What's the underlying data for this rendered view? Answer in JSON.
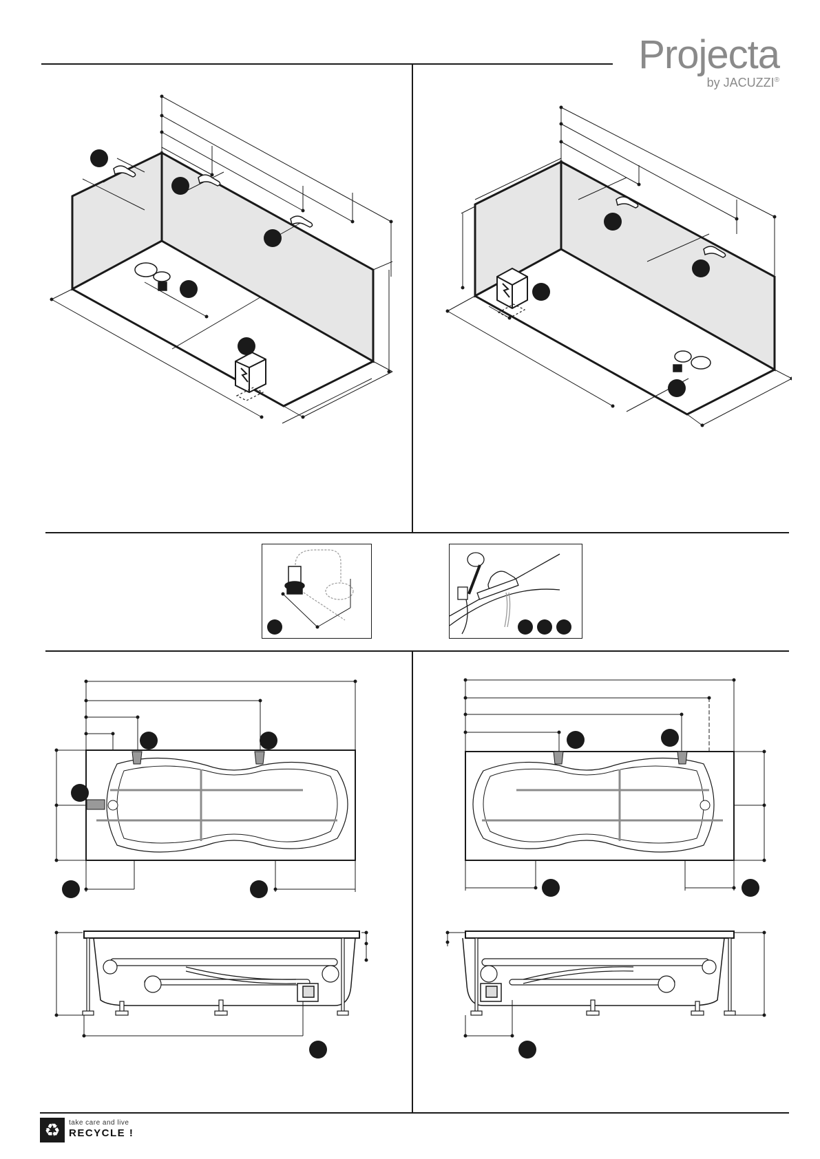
{
  "brand": {
    "name": "Projecta",
    "byline_prefix": "by",
    "byline_brand": "JACUZZI",
    "registered_mark": "®"
  },
  "footer": {
    "tagline_small": "take care and live",
    "tagline_big": "RECYCLE !",
    "recycle_symbol": "♻"
  },
  "colors": {
    "ink": "#1a1a1a",
    "wall_fill": "#e6e6e6",
    "brand_gray": "#8a8a8a",
    "marker_fill": "#1a1a1a",
    "arrow_gray": "#8c8c8c"
  },
  "icons": {
    "electric_box": "lightning-bolt-icon",
    "recycle": "recycle-icon"
  }
}
